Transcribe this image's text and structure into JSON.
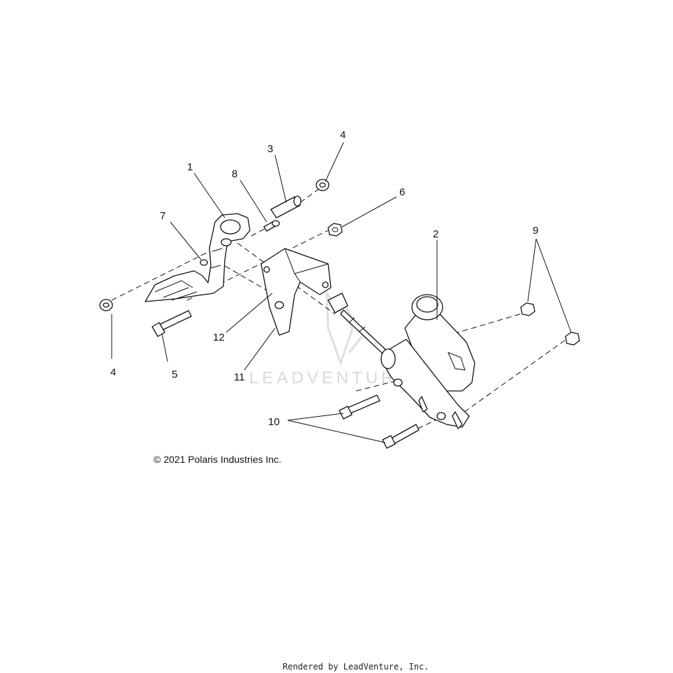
{
  "callouts": {
    "c1": "1",
    "c2": "2",
    "c3": "3",
    "c4a": "4",
    "c4b": "4",
    "c5": "5",
    "c6": "6",
    "c7": "7",
    "c8": "8",
    "c9": "9",
    "c10": "10",
    "c11": "11",
    "c12": "12"
  },
  "copyright": "© 2021 Polaris Industries Inc.",
  "watermark": "LEADVENTURE",
  "footer": "Rendered by LeadVenture, Inc."
}
